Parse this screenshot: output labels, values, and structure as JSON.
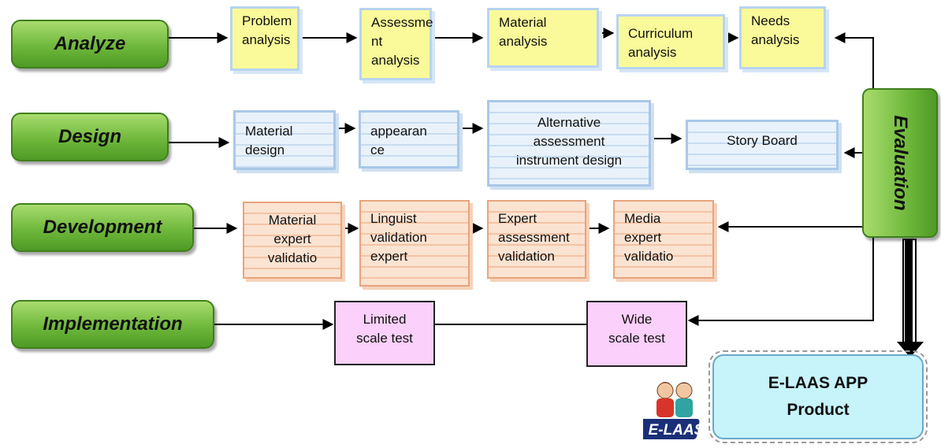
{
  "phases": {
    "analyze": "Analyze",
    "design": "Design",
    "development": "Development",
    "implementation": "Implementation",
    "evaluation": "Evaluation"
  },
  "analyze_steps": {
    "problem": "Problem\nanalysis",
    "assessment": "Assessme\nnt\nanalysis",
    "material": "Material\nanalysis",
    "curriculum": "Curriculum\nanalysis",
    "needs": "Needs\nanalysis"
  },
  "design_steps": {
    "material": "Material\ndesign",
    "appearance": "appearan\nce",
    "alternative": "Alternative\nassessment\ninstrument design",
    "storyboard": "Story Board"
  },
  "development_steps": {
    "material_expert": "Material\nexpert\nvalidatio",
    "linguist": "Linguist\nvalidation\nexpert",
    "expert_assessment": "Expert\nassessment\nvalidation",
    "media_expert": "Media\nexpert\nvalidatio"
  },
  "implementation_steps": {
    "limited": "Limited\nscale test",
    "wide": "Wide\nscale test"
  },
  "product": {
    "line1": "E-LAAS APP",
    "line2": "Product"
  },
  "logo": {
    "text": "E-LAAS"
  },
  "colors": {
    "phase_green": "#6fb83c",
    "analyze_box": "#fafa9a",
    "design_box": "#e9f2fb",
    "development_box": "#fbe3d2",
    "implementation_box": "#fbd0fb",
    "product_box": "#c7f3fb"
  }
}
